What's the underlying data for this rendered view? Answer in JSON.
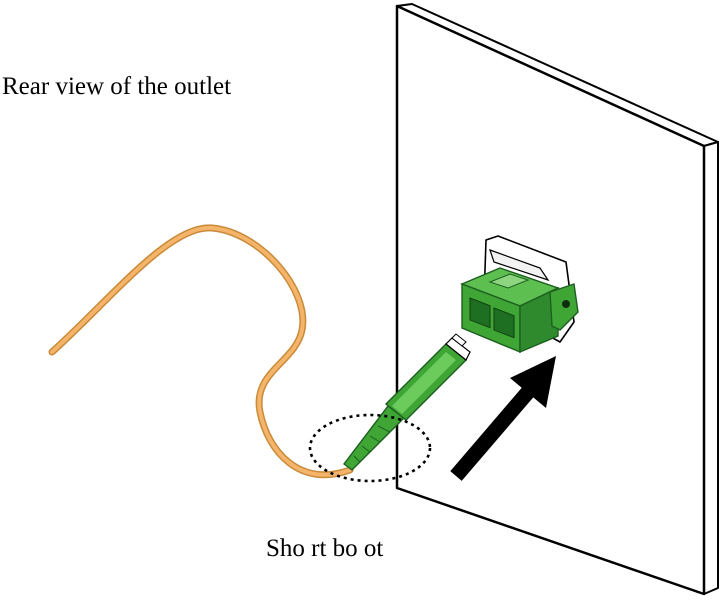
{
  "labels": {
    "title": "Rear view of the outlet",
    "boot": "Sho rt bo ot"
  },
  "colors": {
    "panel_fill": "#ffffff",
    "panel_stroke": "#000000",
    "cable": "#f4b469",
    "connector_green": "#3fa535",
    "connector_dark": "#237a28",
    "arrow": "#000000"
  },
  "icons": {
    "arrow": "arrow-up-right-icon",
    "highlight": "dotted-ellipse"
  }
}
